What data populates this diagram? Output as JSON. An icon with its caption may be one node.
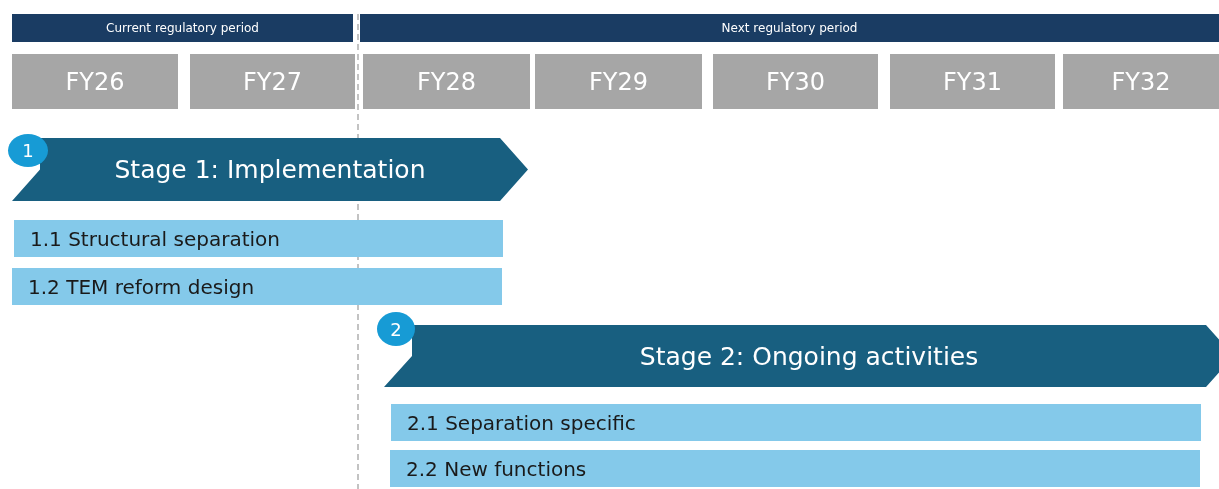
{
  "diagram": {
    "nodes": [
      {
        "text": [
          "Current regulatory period"
        ]
      },
      {
        "text": [
          "Next regulatory period"
        ]
      },
      {
        "text": [
          "FY26"
        ]
      },
      {
        "text": [
          "FY27"
        ]
      },
      {
        "text": [
          "FY28"
        ]
      },
      {
        "text": [
          "FY29"
        ]
      },
      {
        "text": [
          "FY30"
        ]
      },
      {
        "text": [
          "FY31"
        ]
      },
      {
        "text": [
          "FY32"
        ]
      },
      {
        "text": [
          "1"
        ]
      },
      {
        "text": [
          "Stage 1: Implementation"
        ]
      },
      {
        "text": [
          "1.1 Structural separation"
        ]
      },
      {
        "text": [
          "1.2 TEM reform design"
        ]
      },
      {
        "text": [
          "2"
        ]
      },
      {
        "text": [
          "Stage 2: Ongoing activities"
        ]
      },
      {
        "text": [
          "2.1 Separation specific"
        ]
      },
      {
        "text": [
          "2.2 New functions"
        ]
      }
    ],
    "edges": []
  }
}
